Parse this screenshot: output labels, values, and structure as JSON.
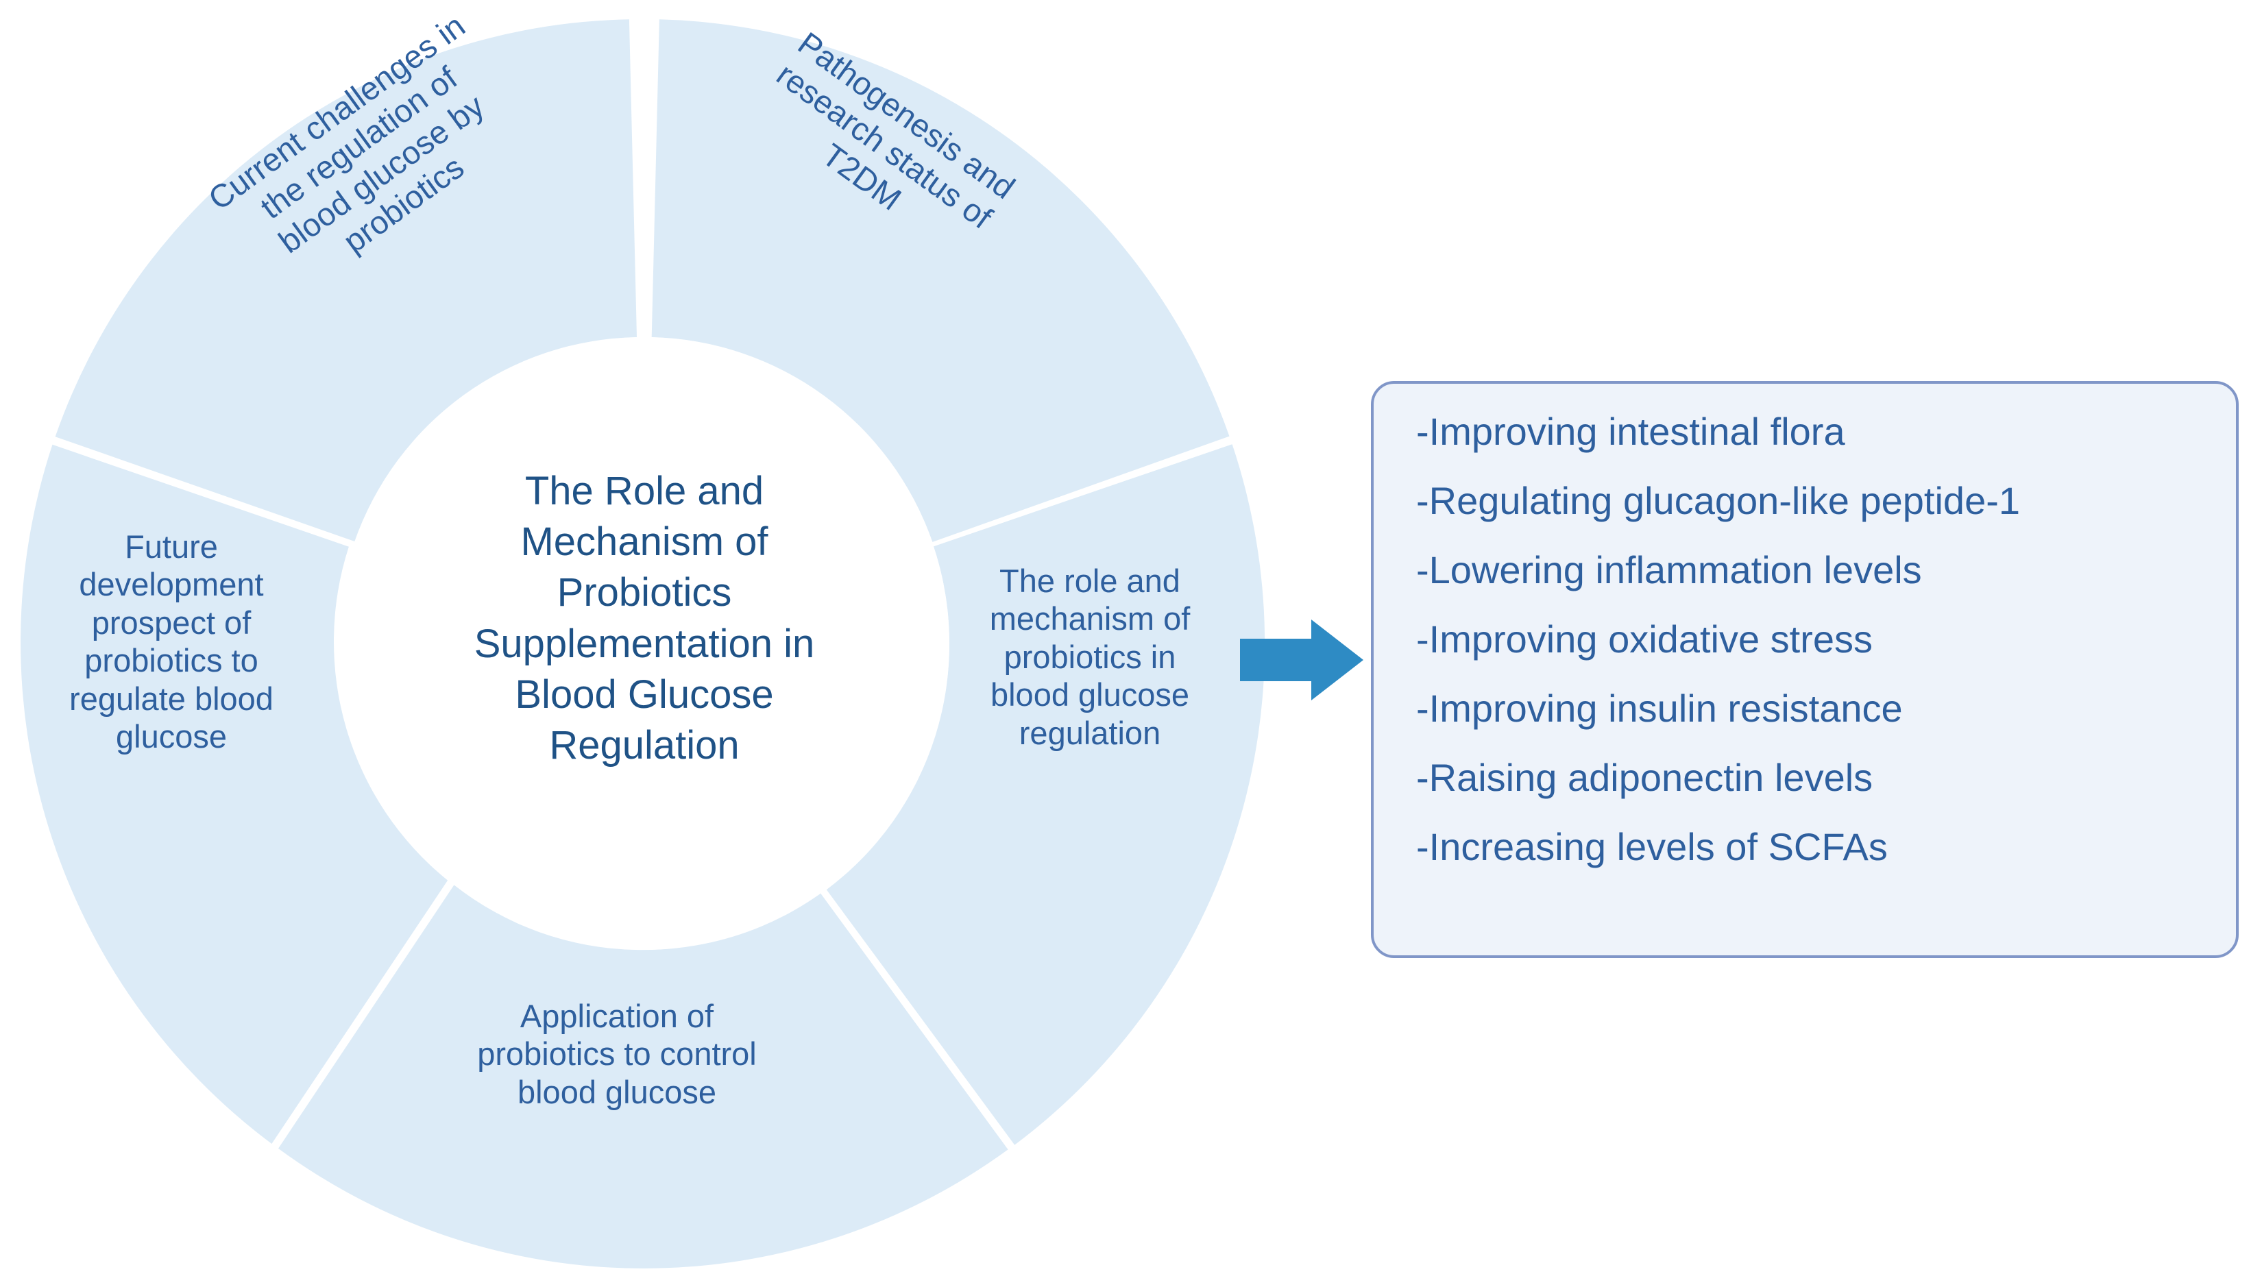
{
  "diagram": {
    "title": "The Role and Mechanism of Probiotics Supplementation in Blood Glucose Regulation",
    "center": {
      "text": "The Role and\nMechanism of\nProbiotics\nSupplementation in\nBlood Glucose\nRegulation"
    },
    "colors": {
      "segment_fill": "#dcebf7",
      "segment_gap": "#ffffff",
      "hub_fill": "#ffffff",
      "text_blue": "#2e5f9e",
      "center_text_blue": "#1f5286",
      "arrow_blue": "#2e8bc4",
      "panel_fill": "#eef3fa",
      "panel_border": "#8096c8",
      "background": "#ffffff"
    },
    "segments": [
      {
        "id": "current-challenges",
        "label": "Current challenges in\nthe regulation of\nblood glucose by\nprobiotics",
        "position": "upper-left",
        "rotation_deg": -36
      },
      {
        "id": "pathogenesis",
        "label": "Pathogenesis and\nresearch status of\nT2DM",
        "position": "upper-right",
        "rotation_deg": 36
      },
      {
        "id": "role-mechanism",
        "label": "The role and\nmechanism of\nprobiotics in\nblood glucose\nregulation",
        "position": "right",
        "rotation_deg": 0
      },
      {
        "id": "application",
        "label": "Application of\nprobiotics to control\nblood glucose",
        "position": "bottom",
        "rotation_deg": 0
      },
      {
        "id": "future-development",
        "label": "Future\ndevelopment\nprospect of\nprobiotics to\nregulate blood\nglucose",
        "position": "left",
        "rotation_deg": 0
      }
    ]
  },
  "connector": {
    "icon": "right-arrow-icon",
    "from": "role-mechanism",
    "to": "benefits-panel"
  },
  "benefits_panel": {
    "items": [
      "-Improving intestinal flora",
      "-Regulating glucagon-like peptide-1",
      "-Lowering inflammation levels",
      "-Improving oxidative stress",
      "-Improving insulin resistance",
      "-Raising adiponectin levels",
      "-Increasing levels of SCFAs"
    ]
  }
}
